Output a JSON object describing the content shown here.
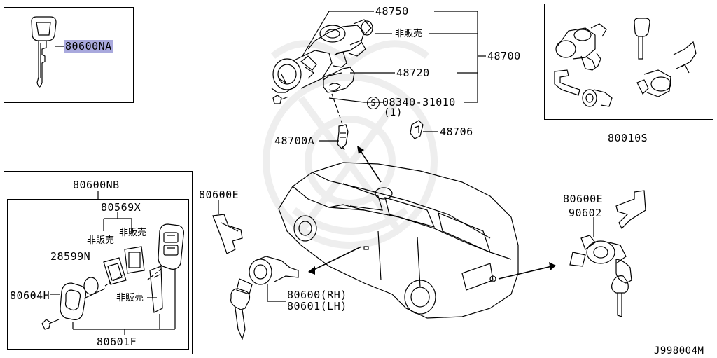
{
  "diagram": {
    "key_box": {
      "part": "80600NA"
    },
    "top_assembly": {
      "part_top": "48750",
      "not_sold_1": "非販売",
      "part_main": "48700",
      "part_mid": "48720",
      "screw_prefix": "S",
      "screw_part": "08340-31010",
      "screw_qty": "(1)",
      "part_cylinder": "48700A",
      "part_clip": "48706"
    },
    "set_box": {
      "part": "80010S"
    },
    "remote_box": {
      "part_outer": "80600NB",
      "part_case": "80569X",
      "not_sold_a": "非販売",
      "not_sold_b": "非販売",
      "part_battery": "28599N",
      "not_sold_c": "非販売",
      "part_screw": "80604H",
      "part_bottom": "80601F"
    },
    "door_left": {
      "part_bracket": "80600E",
      "part_rh": "80600(RH)",
      "part_lh": "80601(LH)"
    },
    "rear_right": {
      "part_bracket": "80600E",
      "part_cylinder": "90602"
    },
    "diagram_code": "J998004M"
  }
}
